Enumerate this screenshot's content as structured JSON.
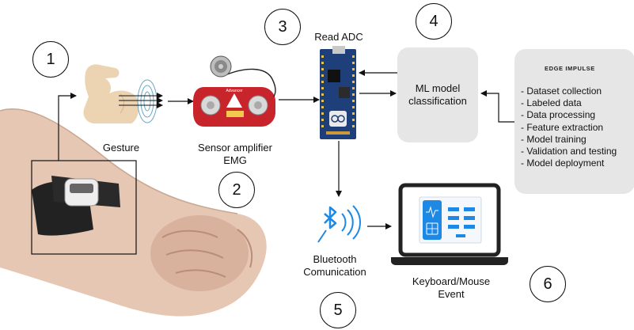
{
  "steps": [
    {
      "number": "1"
    },
    {
      "number": "2"
    },
    {
      "number": "3"
    },
    {
      "number": "4"
    },
    {
      "number": "5"
    },
    {
      "number": "6"
    }
  ],
  "labels": {
    "gesture": "Gesture",
    "sensor_line1": "Sensor amplifier",
    "sensor_line2": "EMG",
    "read_adc": "Read ADC",
    "ml_line1": "ML model",
    "ml_line2": "classification",
    "bt_line1": "Bluetooth",
    "bt_line2": "Comunication",
    "kbd_line1": "Keyboard/Mouse",
    "kbd_line2": "Event"
  },
  "edge_impulse": {
    "brand": "EDGE IMPULSE",
    "items": [
      "- Dataset collection",
      "- Labeled data",
      "- Data processing",
      "- Feature extraction",
      "- Model training",
      "- Validation and testing",
      "- Model deployment"
    ]
  },
  "icons": [
    "flexed-arm-icon",
    "emg-sensor-board-icon",
    "electrode-icon",
    "microcontroller-board-icon",
    "bluetooth-icon",
    "laptop-icon",
    "forearm-photo",
    "wristband-device"
  ],
  "colors": {
    "sensor_red": "#c8242b",
    "board_blue": "#1f3f7a",
    "bluetooth_blue": "#1e88e5",
    "box_gray": "#e6e6e6",
    "skin": "#e6c7b4",
    "arm_beige": "#ecd3b2"
  }
}
